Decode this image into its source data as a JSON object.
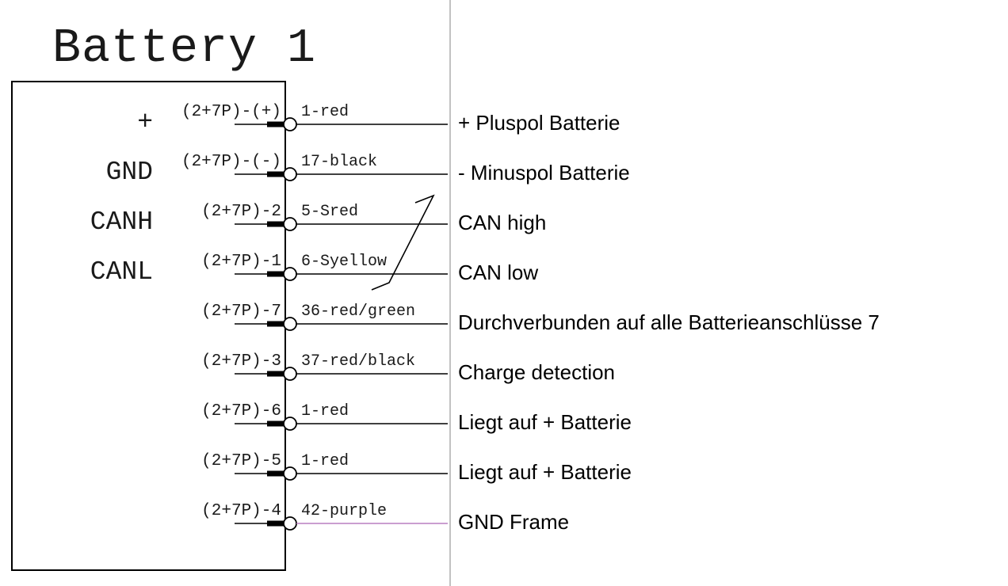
{
  "title": "Battery 1",
  "rows": [
    {
      "internal": "+",
      "pin": "(2+7P)-(+)",
      "wire": "1-red",
      "desc": "+ Pluspol Batterie"
    },
    {
      "internal": "GND",
      "pin": "(2+7P)-(-)",
      "wire": "17-black",
      "desc": "- Minuspol Batterie"
    },
    {
      "internal": "CANH",
      "pin": "(2+7P)-2",
      "wire": "5-Sred",
      "desc": "CAN high"
    },
    {
      "internal": "CANL",
      "pin": "(2+7P)-1",
      "wire": "6-Syellow",
      "desc": "CAN low"
    },
    {
      "pin": "(2+7P)-7",
      "wire": "36-red/green",
      "desc": "Durchverbunden auf alle Batterieanschlüsse 7"
    },
    {
      "pin": "(2+7P)-3",
      "wire": "37-red/black",
      "desc": "Charge detection"
    },
    {
      "pin": "(2+7P)-6",
      "wire": "1-red",
      "desc": "Liegt auf + Batterie"
    },
    {
      "pin": "(2+7P)-5",
      "wire": "1-red",
      "desc": "Liegt auf + Batterie"
    },
    {
      "pin": "(2+7P)-4",
      "wire": "42-purple",
      "desc": "GND Frame"
    }
  ],
  "colors": {
    "line": "#000000",
    "purple_wire": "#b87fc0",
    "separator": "#999999"
  }
}
